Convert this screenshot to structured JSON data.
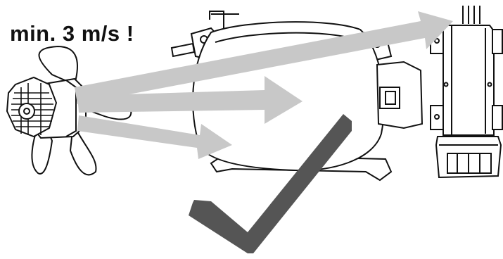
{
  "caption": "min. 3 m/s !",
  "colors": {
    "line": "#111111",
    "arrow": "#c8c8c8",
    "check": "#555555",
    "background": "#ffffff"
  },
  "elements": {
    "fan": "fan-motor",
    "compressor": "compressor-body",
    "electrical_box": "electrical-box",
    "arrows": "airflow-arrows",
    "check": "checkmark"
  }
}
